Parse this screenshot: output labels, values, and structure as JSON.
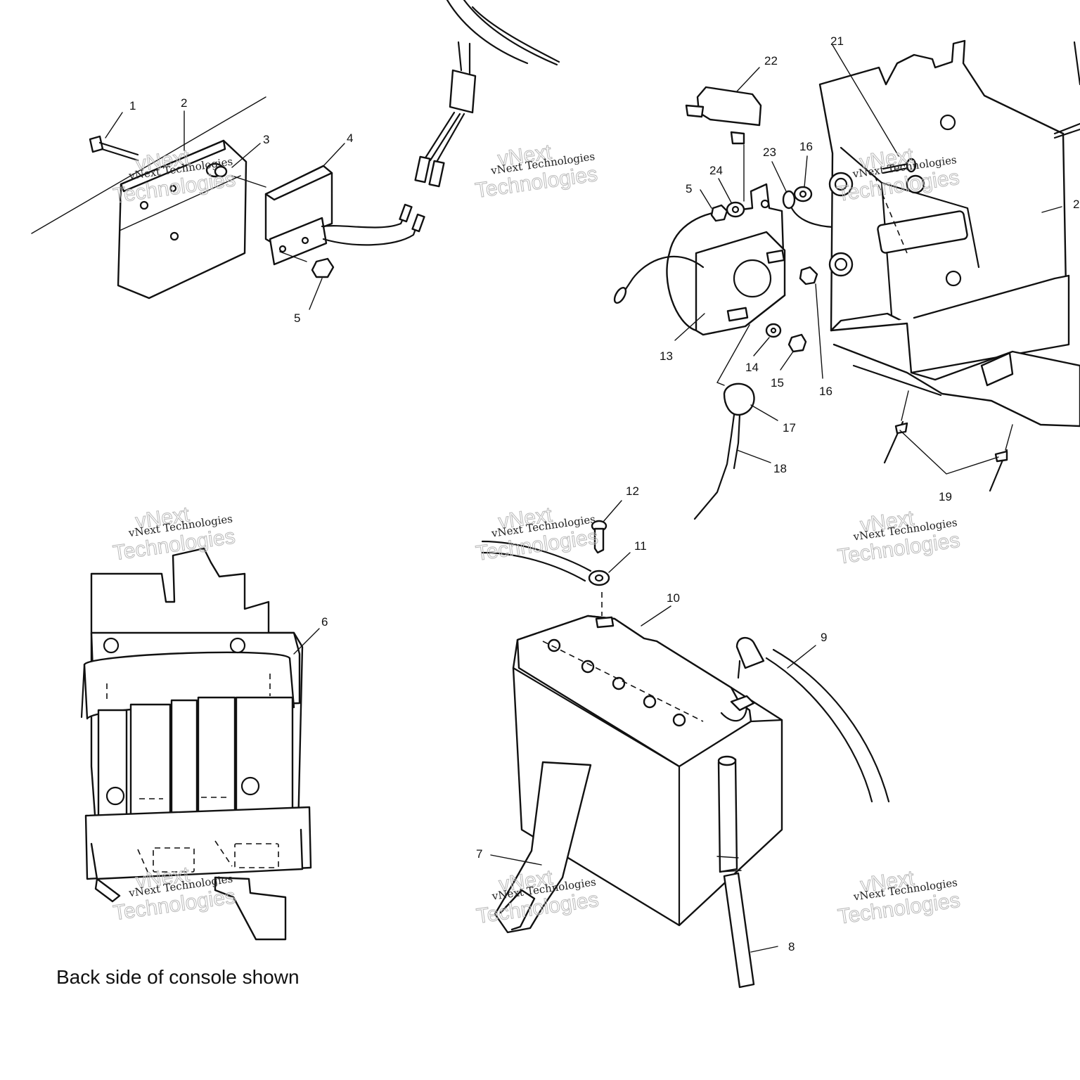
{
  "caption": "Back side of console shown",
  "watermark": {
    "line1": "vNext Technologies",
    "line2": "vNext",
    "line3": "Technologies"
  },
  "callouts": {
    "c1": "1",
    "c2": "2",
    "c3": "3",
    "c4": "4",
    "c5a": "5",
    "c5b": "5",
    "c6": "6",
    "c7": "7",
    "c8": "8",
    "c9": "9",
    "c10": "10",
    "c11": "11",
    "c12": "12",
    "c13": "13",
    "c14": "14",
    "c15": "15",
    "c16a": "16",
    "c16b": "16",
    "c17": "17",
    "c18": "18",
    "c19": "19",
    "c20": "2",
    "c21": "21",
    "c22": "22",
    "c23": "23",
    "c24": "24"
  }
}
